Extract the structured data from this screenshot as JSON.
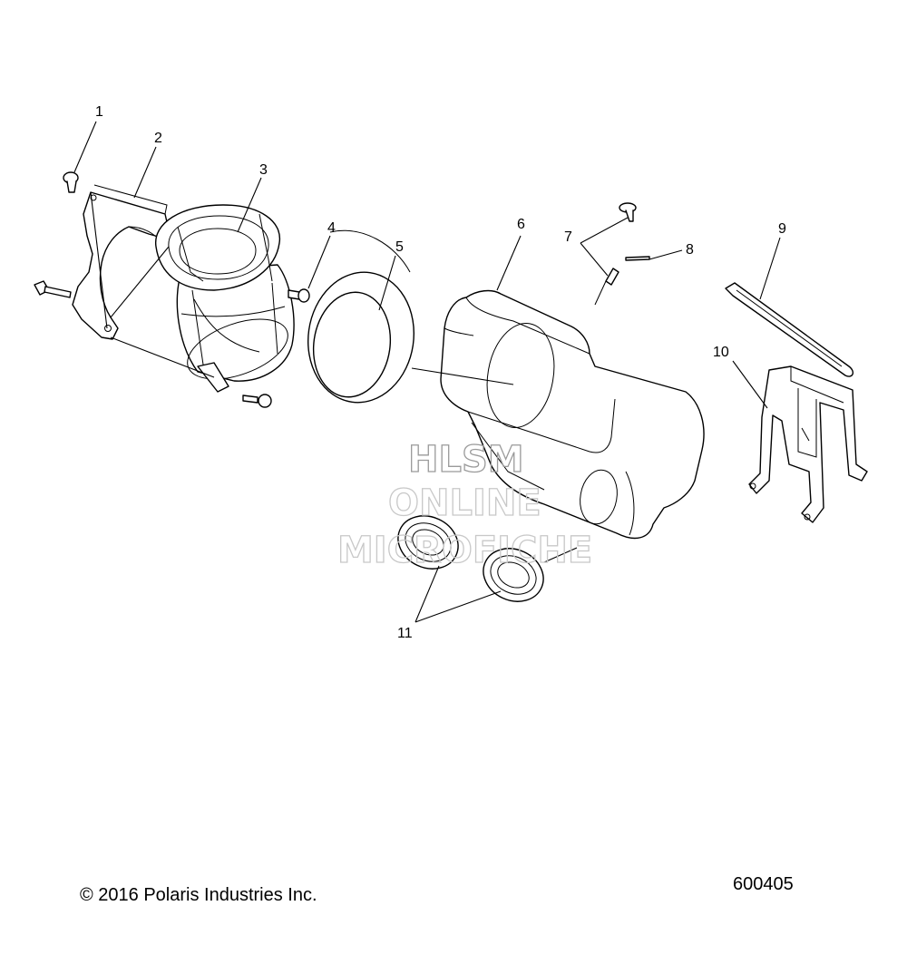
{
  "diagram": {
    "callouts": {
      "c1": "1",
      "c2": "2",
      "c3": "3",
      "c4": "4",
      "c5": "5",
      "c6": "6",
      "c7": "7",
      "c8": "8",
      "c9": "9",
      "c10": "10",
      "c11": "11"
    },
    "watermark": {
      "line1": "HLSM",
      "line2": "ONLINE",
      "line3": "MICROFICHE"
    }
  },
  "footer": {
    "copyright": "© 2016 Polaris Industries Inc.",
    "document_number": "600405"
  }
}
